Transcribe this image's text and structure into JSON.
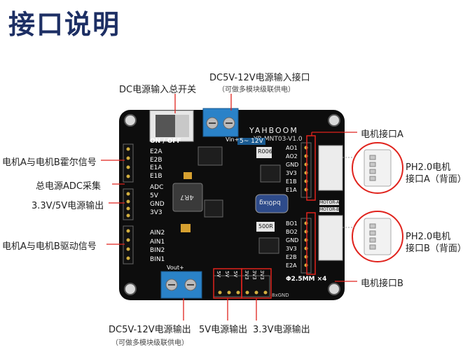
{
  "title": "接口说明",
  "callouts": {
    "dc_input": "DC5V-12V电源输入接口",
    "dc_input_note": "（可做多模块级联供电）",
    "power_switch": "DC电源输入总开关",
    "motor_a_port": "电机接口A",
    "ph_a_line1": "PH2.0电机",
    "ph_a_line2": "接口A（背面）",
    "hall_signal": "电机A与电机B霍尔信号",
    "adc": "总电源ADC采集",
    "out_33_5": "3.3V/5V电源输出",
    "drive_signal": "电机A与电机B驱动信号",
    "ph_b_line1": "PH2.0电机",
    "ph_b_line2": "接口B（背面）",
    "motor_b_port": "电机接口B",
    "dc_output": "DC5V-12V电源输出",
    "dc_output_note": "（可做多模块级联供电）",
    "out_5v": "5V电源输出",
    "out_33v": "3.3V电源输出"
  },
  "board": {
    "brand": "YAHBOOM",
    "model": "YB-MNT03-V1.0",
    "switch_label": "ON / OFF",
    "input_label": "5~ 12V",
    "vin_label": "Vin+",
    "vout_label": "Vout+",
    "inductor_label": "4R7",
    "cap_label": "bd0ixg",
    "chip1": "R006",
    "chip2": "500R",
    "motor_a_tag": "MOTOR-A",
    "motor_b_tag": "MOTOR-B",
    "connector_label": "Φ2.5MM ×4",
    "gnd_label": "8xGND",
    "left_pins_top": [
      "E2A",
      "E2B",
      "E1A",
      "E1B"
    ],
    "left_pins_mid": [
      "ADC",
      "5V",
      "GND",
      "3V3"
    ],
    "left_pins_bottom": [
      "AIN2",
      "AIN1",
      "BIN2",
      "BIN1"
    ],
    "right_pins_a": [
      "AO1",
      "AO2",
      "GND",
      "3V3",
      "E1B",
      "E1A"
    ],
    "right_pins_b": [
      "BO1",
      "BO2",
      "GND",
      "3V3",
      "E2B",
      "E2A"
    ],
    "bottom_5v": [
      "5V",
      "5V",
      "5V"
    ],
    "bottom_33v": [
      "3V3",
      "3V3",
      "3V3"
    ]
  },
  "colors": {
    "title": "#1d2f64",
    "accent_red": "#e0231d",
    "board": "#0d0d0d",
    "terminal_blue": "#2a82c8"
  }
}
